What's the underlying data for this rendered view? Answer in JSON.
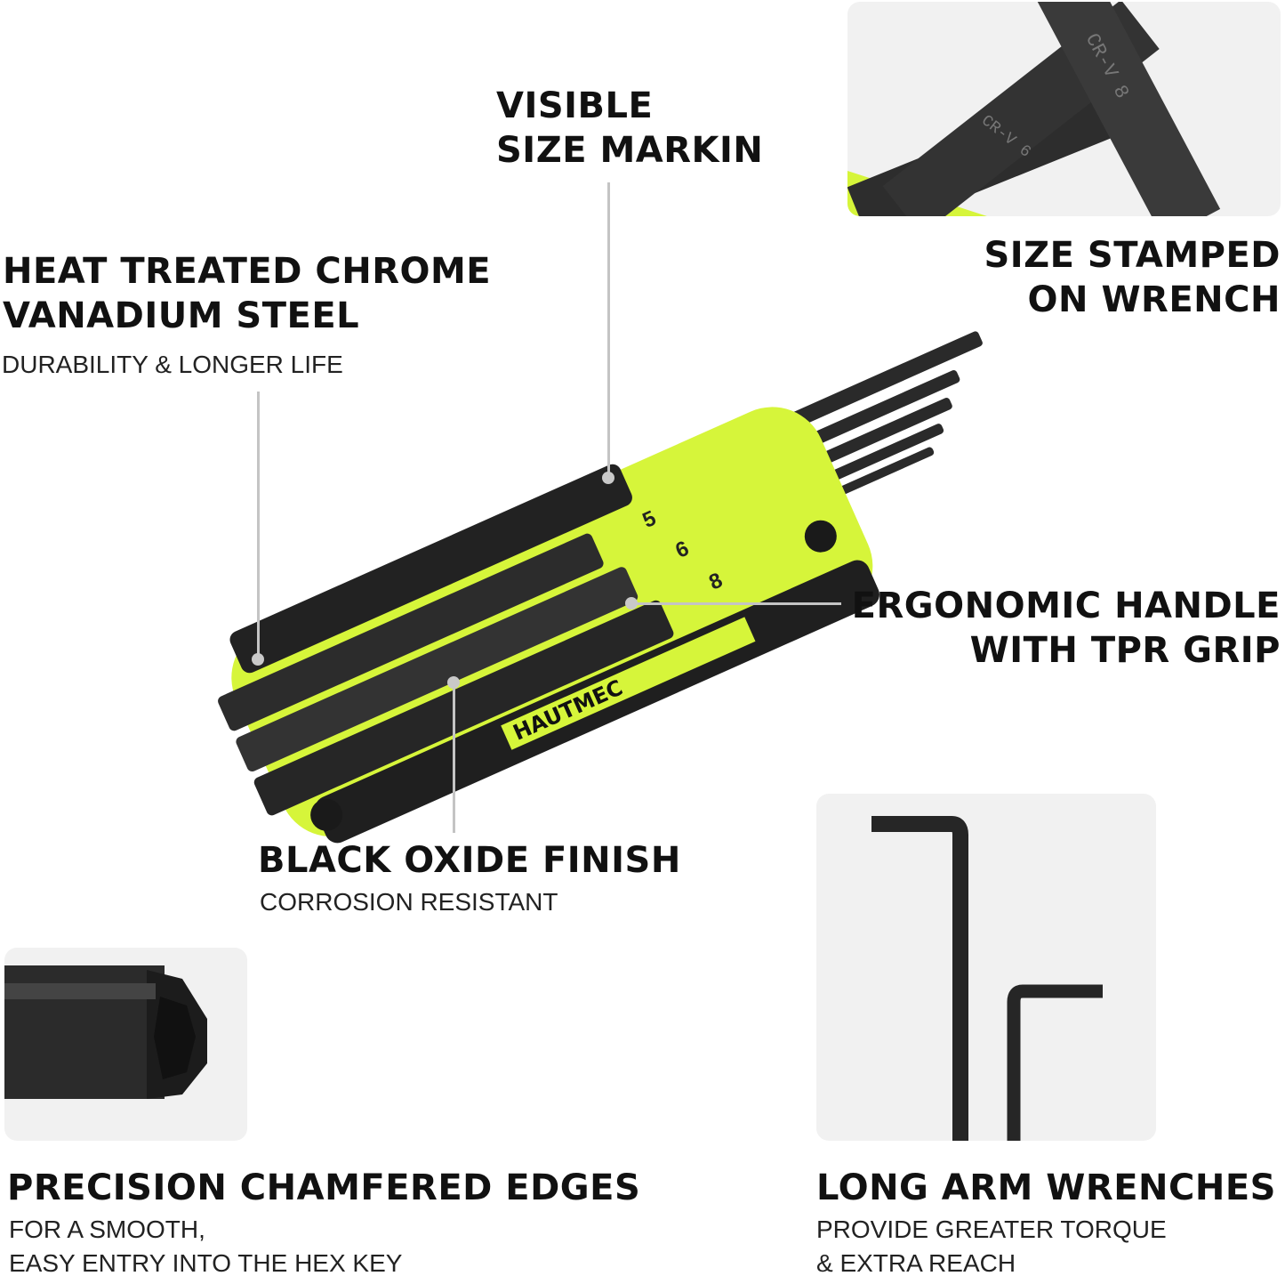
{
  "brand": "HAUTMEC",
  "size_marks": [
    "5",
    "6",
    "8"
  ],
  "stamps": [
    "CR-V 8",
    "CR-V 6"
  ],
  "features": {
    "visible_size": {
      "line1": "VISIBLE",
      "line2": "SIZE MARKIN"
    },
    "size_stamped": {
      "line1": "SIZE STAMPED",
      "line2": "ON WRENCH"
    },
    "heat_treated": {
      "line1": "HEAT TREATED CHROME",
      "line2": "VANADIUM STEEL",
      "sub": "DURABILITY & LONGER LIFE"
    },
    "ergonomic": {
      "line1": "ERGONOMIC HANDLE",
      "line2": "WITH TPR GRIP"
    },
    "black_oxide": {
      "title": "BLACK OXIDE FINISH",
      "sub": "CORROSION RESISTANT"
    },
    "precision": {
      "title": "PRECISION CHAMFERED EDGES",
      "sub1": "FOR A SMOOTH,",
      "sub2": "EASY ENTRY INTO THE HEX KEY"
    },
    "long_arm": {
      "title": "LONG ARM WRENCHES",
      "sub1": "PROVIDE GREATER TORQUE",
      "sub2": "& EXTRA REACH"
    }
  },
  "colors": {
    "accent": "#d6f53a",
    "metal": "#2a2a2a"
  }
}
